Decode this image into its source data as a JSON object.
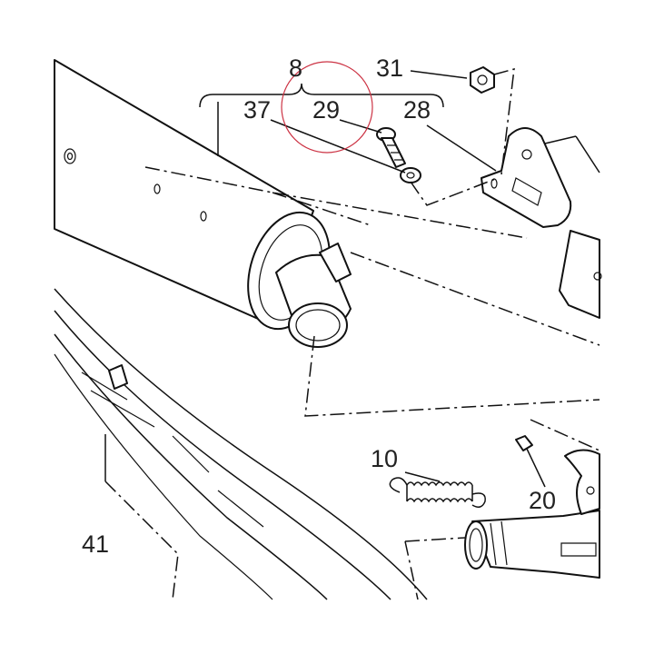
{
  "labels": {
    "p8": "8",
    "p29": "29",
    "p31": "31",
    "p37": "37",
    "p28": "28",
    "p10": "10",
    "p20": "20",
    "p41": "41"
  },
  "colors": {
    "line": "#111111",
    "label": "#222222",
    "highlight": "#cc3344",
    "background": "#ffffff"
  }
}
